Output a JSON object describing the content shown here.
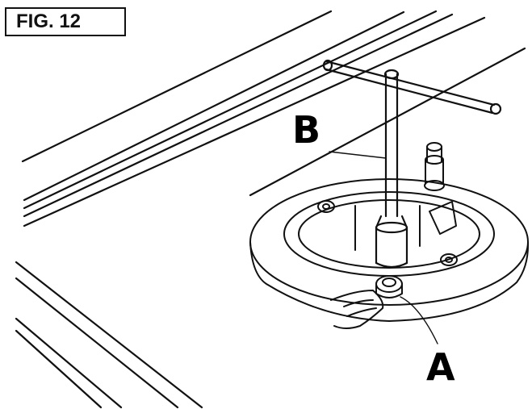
{
  "figure": {
    "label": "FIG. 12"
  },
  "callouts": {
    "a": "A",
    "b": "B"
  }
}
